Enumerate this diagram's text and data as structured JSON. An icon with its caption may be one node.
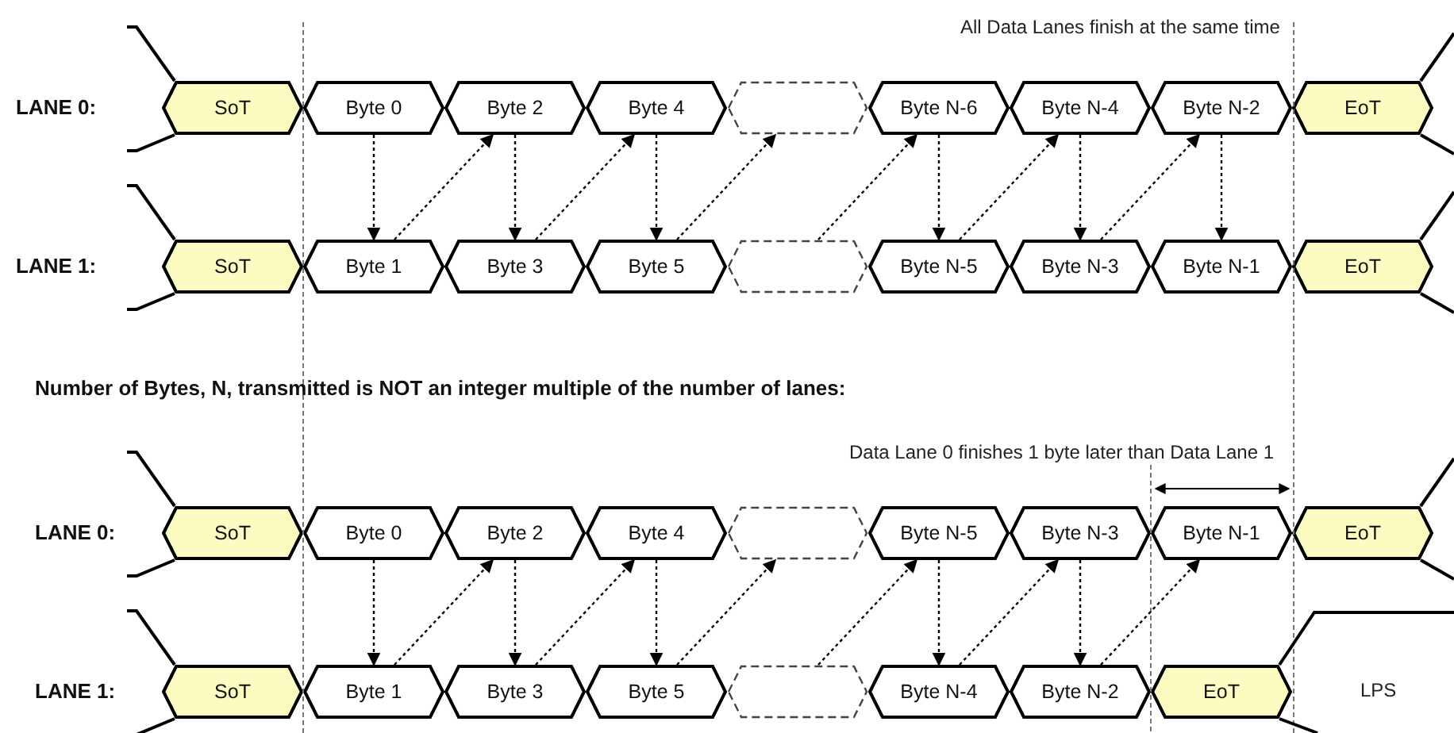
{
  "diagram": {
    "nodes": [
      {
        "text": [
          "SoT"
        ]
      },
      {
        "text": [
          "Byte 0"
        ]
      },
      {
        "text": [
          "Byte 2"
        ]
      },
      {
        "text": [
          "Byte 4"
        ]
      },
      {
        "text": [],
        "shape": "hexagon"
      },
      {
        "text": [
          "Byte N-6"
        ]
      },
      {
        "text": [
          "Byte N-4"
        ]
      },
      {
        "text": [
          "Byte N-2"
        ]
      },
      {
        "text": [
          "EoT"
        ]
      },
      {
        "text": [
          "SoT"
        ]
      },
      {
        "text": [
          "Byte 1"
        ]
      },
      {
        "text": [
          "Byte 3"
        ]
      },
      {
        "text": [
          "Byte 5"
        ]
      },
      {
        "text": [],
        "shape": "hexagon"
      },
      {
        "text": [
          "Byte N-5"
        ]
      },
      {
        "text": [
          "Byte N-3"
        ]
      },
      {
        "text": [
          "Byte N-1"
        ]
      },
      {
        "text": [
          "EoT"
        ]
      },
      {
        "text": [
          "SoT"
        ]
      },
      {
        "text": [
          "Byte 0"
        ]
      },
      {
        "text": [
          "Byte 2"
        ]
      },
      {
        "text": [
          "Byte 4"
        ]
      },
      {
        "text": [],
        "shape": "hexagon"
      },
      {
        "text": [
          "Byte N-5"
        ]
      },
      {
        "text": [
          "Byte N-3"
        ]
      },
      {
        "text": [
          "Byte N-1"
        ]
      },
      {
        "text": [
          "EoT"
        ]
      },
      {
        "text": [
          "SoT"
        ]
      },
      {
        "text": [
          "Byte 1"
        ]
      },
      {
        "text": [
          "Byte 3"
        ]
      },
      {
        "text": [
          "Byte 5"
        ]
      },
      {
        "text": [],
        "shape": "hexagon"
      },
      {
        "text": [
          "Byte N-4"
        ]
      },
      {
        "text": [
          "Byte N-2"
        ]
      },
      {
        "text": [
          "EoT"
        ]
      }
    ],
    "edges": [
      {
        "from": 1,
        "to": 10,
        "arrow": "to",
        "style": "dashed"
      },
      {
        "from": 10,
        "to": 2,
        "arrow": "to",
        "style": "dashed"
      },
      {
        "from": 2,
        "to": 11,
        "arrow": "to",
        "style": "dashed"
      },
      {
        "from": 11,
        "to": 3,
        "arrow": "to",
        "style": "dashed"
      },
      {
        "from": 3,
        "to": 12,
        "arrow": "to",
        "style": "dashed"
      },
      {
        "from": 12,
        "to": 4,
        "arrow": "to",
        "style": "dashed"
      },
      {
        "from": 13,
        "to": 5,
        "arrow": "to",
        "style": "dashed"
      },
      {
        "from": 5,
        "to": 14,
        "arrow": "to",
        "style": "dashed"
      },
      {
        "from": 14,
        "to": 6,
        "arrow": "to",
        "style": "dashed"
      },
      {
        "from": 6,
        "to": 15,
        "arrow": "to",
        "style": "dashed"
      },
      {
        "from": 15,
        "to": 7,
        "arrow": "to",
        "style": "dashed"
      },
      {
        "from": 7,
        "to": 16,
        "arrow": "to",
        "style": "dashed"
      },
      {
        "from": 19,
        "to": 28,
        "arrow": "to",
        "style": "dashed"
      },
      {
        "from": 28,
        "to": 20,
        "arrow": "to",
        "style": "dashed"
      },
      {
        "from": 20,
        "to": 29,
        "arrow": "to",
        "style": "dashed"
      },
      {
        "from": 29,
        "to": 21,
        "arrow": "to",
        "style": "dashed"
      },
      {
        "from": 21,
        "to": 30,
        "arrow": "to",
        "style": "dashed"
      },
      {
        "from": 30,
        "to": 22,
        "arrow": "to",
        "style": "dashed"
      },
      {
        "from": 31,
        "to": 23,
        "arrow": "to",
        "style": "dashed"
      },
      {
        "from": 23,
        "to": 32,
        "arrow": "to",
        "style": "dashed"
      },
      {
        "from": 32,
        "to": 24,
        "arrow": "to",
        "style": "dashed"
      },
      {
        "from": 24,
        "to": 33,
        "arrow": "to",
        "style": "dashed"
      },
      {
        "from": 33,
        "to": 25,
        "arrow": "to",
        "style": "dashed"
      }
    ],
    "labels": [
      "All Data Lanes finish at the same time",
      "LANE 0:",
      "LANE 1:",
      "Number of Bytes, N, transmitted is NOT an integer multiple of the number of lanes:",
      "Data Lane 0 finishes 1 byte later than Data Lane 1",
      "LANE 0:",
      "LANE 1:",
      "LPS"
    ]
  }
}
